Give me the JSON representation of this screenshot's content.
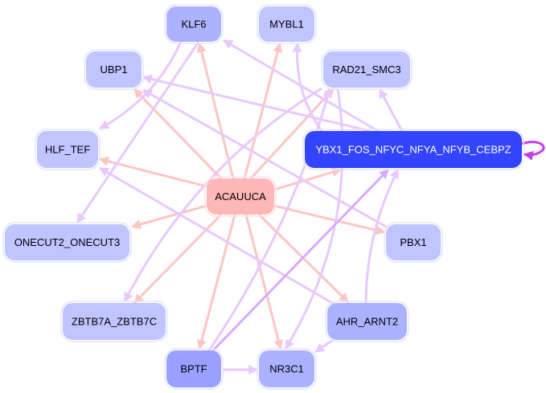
{
  "title": "ACAUUCA regulatory network",
  "colors": {
    "mirna_edge": "#ffc4c4",
    "tf_edge": "#e8c8ff",
    "tf_edge_strong": "#d9a9ff",
    "self_loop": "#c040f0",
    "mirna_node": "#ffb8b8",
    "hub_node": "#3344ff",
    "tf_node_light": "#c0c4ff",
    "tf_node_mid": "#acb2ff",
    "tf_node_dark": "#9aa0ff",
    "node_text": "#000000",
    "hub_text": "#ffffff"
  },
  "nodes": [
    {
      "id": "KLF6",
      "label": "KLF6",
      "type": "tf",
      "shade": "mid"
    },
    {
      "id": "MYBL1",
      "label": "MYBL1",
      "type": "tf",
      "shade": "light"
    },
    {
      "id": "UBP1",
      "label": "UBP1",
      "type": "tf",
      "shade": "light"
    },
    {
      "id": "RAD21_SMC3",
      "label": "RAD21_SMC3",
      "type": "tf",
      "shade": "light"
    },
    {
      "id": "HLF_TEF",
      "label": "HLF_TEF",
      "type": "tf",
      "shade": "light"
    },
    {
      "id": "YBX1",
      "label": "YBX1_FOS_NFYC_NFYA_NFYB_CEBPZ",
      "type": "hub",
      "shade": "hub"
    },
    {
      "id": "ACAUUCA",
      "label": "ACAUUCA",
      "type": "mirna",
      "shade": "mirna"
    },
    {
      "id": "ONECUT",
      "label": "ONECUT2_ONECUT3",
      "type": "tf",
      "shade": "light"
    },
    {
      "id": "PBX1",
      "label": "PBX1",
      "type": "tf",
      "shade": "light"
    },
    {
      "id": "ZBTB7",
      "label": "ZBTB7A_ZBTB7C",
      "type": "tf",
      "shade": "light"
    },
    {
      "id": "AHR_ARNT2",
      "label": "AHR_ARNT2",
      "type": "tf",
      "shade": "mid"
    },
    {
      "id": "BPTF",
      "label": "BPTF",
      "type": "tf",
      "shade": "dark"
    },
    {
      "id": "NR3C1",
      "label": "NR3C1",
      "type": "tf",
      "shade": "mid"
    }
  ],
  "edges": [
    {
      "from": "ACAUUCA",
      "to": "KLF6",
      "kind": "mirna"
    },
    {
      "from": "ACAUUCA",
      "to": "MYBL1",
      "kind": "mirna"
    },
    {
      "from": "ACAUUCA",
      "to": "UBP1",
      "kind": "mirna"
    },
    {
      "from": "ACAUUCA",
      "to": "RAD21_SMC3",
      "kind": "mirna"
    },
    {
      "from": "ACAUUCA",
      "to": "HLF_TEF",
      "kind": "mirna"
    },
    {
      "from": "ACAUUCA",
      "to": "YBX1",
      "kind": "mirna"
    },
    {
      "from": "ACAUUCA",
      "to": "ONECUT",
      "kind": "mirna"
    },
    {
      "from": "ACAUUCA",
      "to": "PBX1",
      "kind": "mirna"
    },
    {
      "from": "ACAUUCA",
      "to": "ZBTB7",
      "kind": "mirna"
    },
    {
      "from": "ACAUUCA",
      "to": "AHR_ARNT2",
      "kind": "mirna"
    },
    {
      "from": "ACAUUCA",
      "to": "BPTF",
      "kind": "mirna"
    },
    {
      "from": "ACAUUCA",
      "to": "NR3C1",
      "kind": "mirna"
    },
    {
      "from": "YBX1",
      "to": "KLF6",
      "kind": "tf"
    },
    {
      "from": "YBX1",
      "to": "MYBL1",
      "kind": "tf"
    },
    {
      "from": "YBX1",
      "to": "UBP1",
      "kind": "tf"
    },
    {
      "from": "YBX1",
      "to": "RAD21_SMC3",
      "kind": "tf"
    },
    {
      "from": "YBX1",
      "to": "YBX1",
      "kind": "self"
    },
    {
      "from": "KLF6",
      "to": "HLF_TEF",
      "kind": "tf"
    },
    {
      "from": "KLF6",
      "to": "ONECUT",
      "kind": "tf"
    },
    {
      "from": "RAD21_SMC3",
      "to": "ZBTB7",
      "kind": "tf"
    },
    {
      "from": "RAD21_SMC3",
      "to": "NR3C1",
      "kind": "tf"
    },
    {
      "from": "PBX1",
      "to": "UBP1",
      "kind": "tf"
    },
    {
      "from": "AHR_ARNT2",
      "to": "HLF_TEF",
      "kind": "tf"
    },
    {
      "from": "AHR_ARNT2",
      "to": "YBX1",
      "kind": "tf"
    },
    {
      "from": "AHR_ARNT2",
      "to": "NR3C1",
      "kind": "tf"
    },
    {
      "from": "BPTF",
      "to": "YBX1",
      "kind": "tf_strong"
    },
    {
      "from": "BPTF",
      "to": "RAD21_SMC3",
      "kind": "tf"
    },
    {
      "from": "BPTF",
      "to": "NR3C1",
      "kind": "tf"
    }
  ]
}
